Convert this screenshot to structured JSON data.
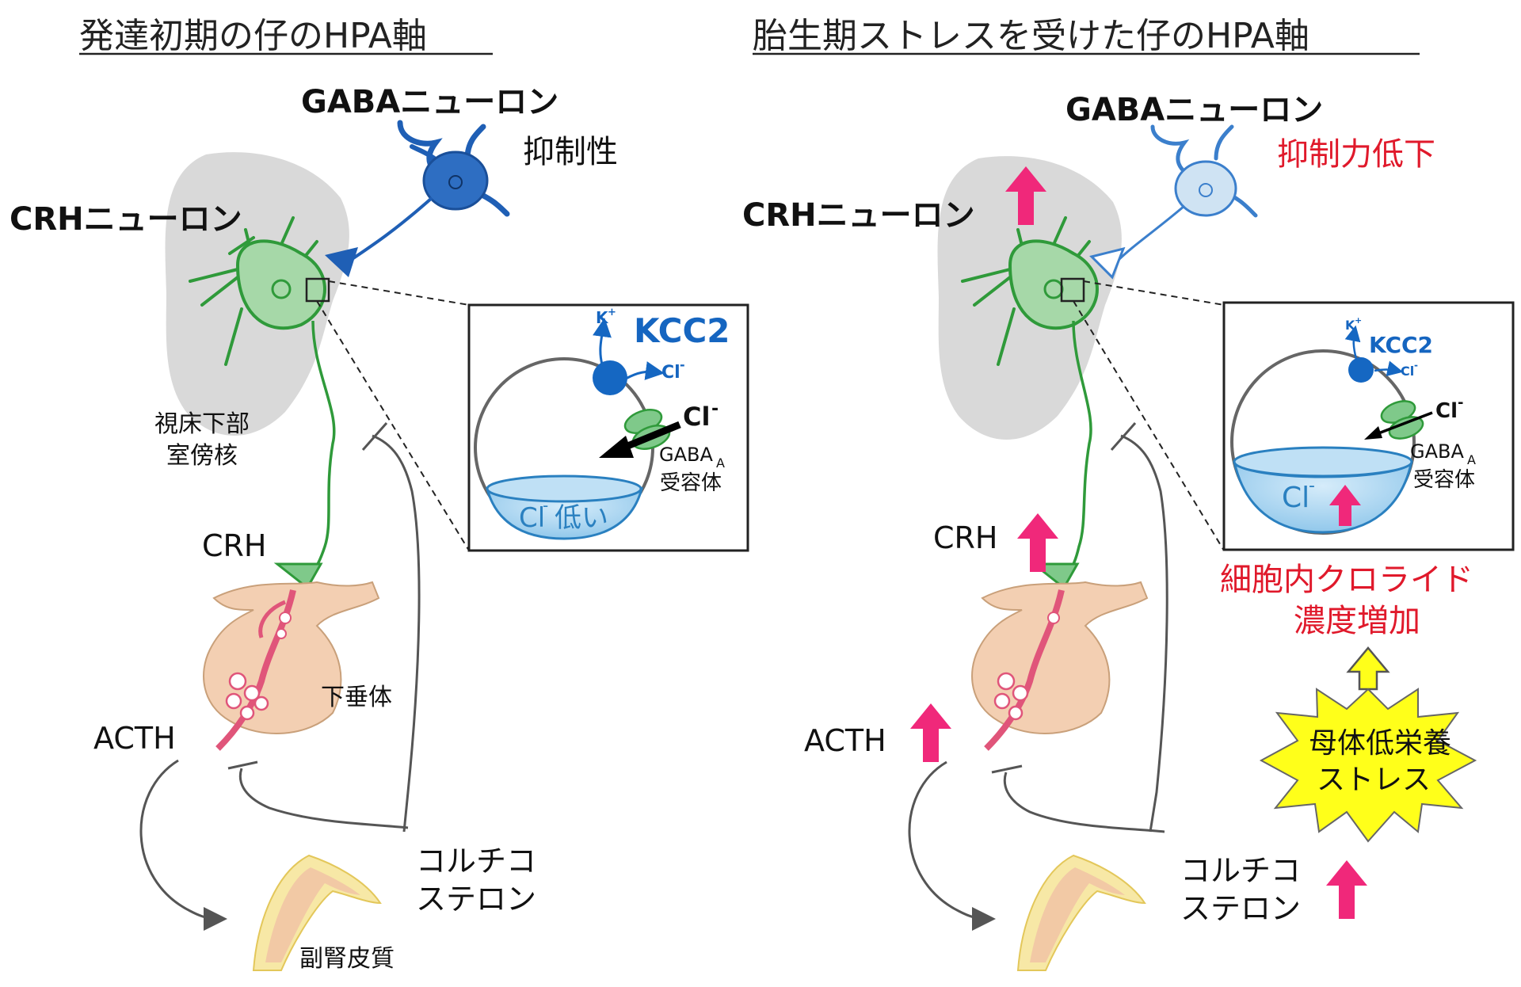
{
  "left": {
    "title": "発達初期の仔のHPA軸",
    "gaba_neuron": "GABAニューロン",
    "gaba_note": "抑制性",
    "crh_neuron": "CRHニューロン",
    "pvn_line1": "視床下部",
    "pvn_line2": "室傍核",
    "crh": "CRH",
    "pituitary": "下垂体",
    "acth": "ACTH",
    "cort_line1": "コルチコ",
    "cort_line2": "ステロン",
    "adrenal": "副腎皮質",
    "inset": {
      "k": "K",
      "k_sup": "+",
      "kcc2": "KCC2",
      "cl_out": "Cl",
      "cl_out_sup": "-",
      "cl_in": "Cl",
      "cl_in_sup": "-",
      "gaba_a": "GABA",
      "gaba_a_sub": "A",
      "receptor": "受容体",
      "pool_cl": "Cl",
      "pool_sup": "-",
      "pool_low": "低い"
    }
  },
  "right": {
    "title": "胎生期ストレスを受けた仔のHPA軸",
    "gaba_neuron": "GABAニューロン",
    "gaba_note": "抑制力低下",
    "crh_neuron": "CRHニューロン",
    "crh": "CRH",
    "acth": "ACTH",
    "cort_line1": "コルチコ",
    "cort_line2": "ステロン",
    "chloride_line1": "細胞内クロライド",
    "chloride_line2": "濃度増加",
    "stress_line1": "母体低栄養",
    "stress_line2": "ストレス",
    "inset": {
      "k": "K",
      "k_sup": "+",
      "kcc2": "KCC2",
      "cl_out": "Cl",
      "cl_out_sup": "-",
      "cl_in": "Cl",
      "cl_in_sup": "-",
      "gaba_a": "GABA",
      "gaba_a_sub": "A",
      "receptor": "受容体",
      "pool_cl": "Cl",
      "pool_sup": "-"
    }
  },
  "colors": {
    "gaba_dark": "#1f5fb5",
    "gaba_light": "#cfe3f3",
    "crh_green": "#2f9a3a",
    "crh_fill": "#a6d8a8",
    "hypothalamus": "#d9d9d9",
    "pituitary": "#f3cfb2",
    "vessel": "#e0557a",
    "adrenal": "#f2c9a5",
    "up_arrow": "#f0287a",
    "alert_red": "#e0192b",
    "star_yellow": "#ffff1a",
    "pool_blue": "#a9d3ef",
    "kcc2_blue": "#1567c2"
  },
  "icons": {
    "up_arrow": "pink-up-arrow-icon",
    "starburst": "starburst-icon"
  }
}
